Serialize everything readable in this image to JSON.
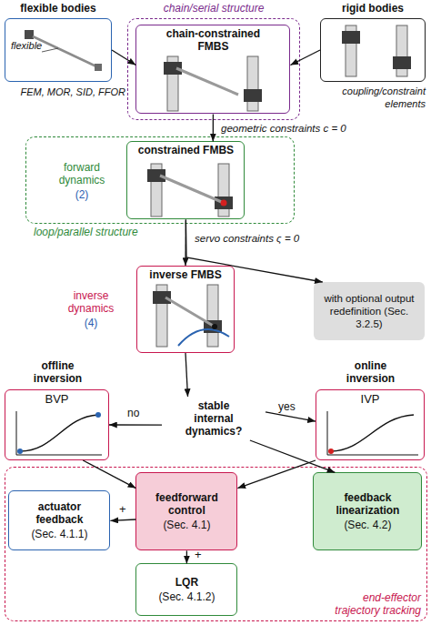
{
  "diagram": {
    "nodes": [
      {
        "text": [
          "flexible bodies",
          "flexible"
        ]
      },
      {
        "text": [
          "chain/serial structure"
        ]
      },
      {
        "text": [
          "chain-constrained FMBS"
        ],
        "in": 1
      },
      {
        "text": [
          "rigid bodies"
        ]
      },
      {
        "text": [
          "forward dynamics",
          "(2)",
          "loop/parallel structure"
        ]
      },
      {
        "text": [
          "constrained FMBS"
        ],
        "in": 4
      },
      {
        "text": [
          "inverse FMBS"
        ]
      },
      {
        "text": [
          "with optional output redefinition (Sec. 3.2.5)"
        ]
      },
      {
        "text": [
          "offline inversion",
          "BVP"
        ]
      },
      {
        "text": [
          "stable internal dynamics?"
        ]
      },
      {
        "text": [
          "online inversion",
          "IVP"
        ]
      },
      {
        "text": [
          "end-effector trajectory tracking"
        ]
      },
      {
        "text": [
          "actuator feedback",
          "(Sec. 4.1.1)"
        ],
        "in": 11
      },
      {
        "text": [
          "feedforward control",
          "(Sec. 4.1)"
        ],
        "in": 11
      },
      {
        "text": [
          "feedback linearization",
          "(Sec. 4.2)"
        ],
        "in": 11
      },
      {
        "text": [
          "LQR",
          "(Sec. 4.1.2)"
        ],
        "in": 11
      }
    ],
    "edges": [
      {
        "from": 0,
        "to": 2,
        "arrow": "to"
      },
      {
        "from": 3,
        "to": 2,
        "arrow": "to"
      },
      {
        "from": 2,
        "to": 5,
        "label": "geometric constraints c = 0",
        "arrow": "to"
      },
      {
        "from": 5,
        "to": 6,
        "label": "servo constraints ς = 0",
        "arrow": "to"
      },
      {
        "from": 5,
        "to": 7,
        "arrow": "to"
      },
      {
        "from": 6,
        "to": 9,
        "arrow": "to"
      },
      {
        "from": 9,
        "to": 8,
        "label": "no",
        "arrow": "to"
      },
      {
        "from": 9,
        "to": 10,
        "label": "yes",
        "arrow": "to"
      },
      {
        "from": 8,
        "to": 13,
        "arrow": "to"
      },
      {
        "from": 10,
        "to": 13,
        "arrow": "to"
      },
      {
        "from": 9,
        "to": 14,
        "arrow": "to"
      },
      {
        "from": 13,
        "to": 12,
        "label": "+",
        "arrow": "to"
      },
      {
        "from": 13,
        "to": 15,
        "label": "+",
        "arrow": "to"
      }
    ],
    "labels": [
      "FEM, MOR, SID, FFOR",
      "coupling/constraint elements",
      "inverse dynamics",
      "(4)"
    ]
  }
}
